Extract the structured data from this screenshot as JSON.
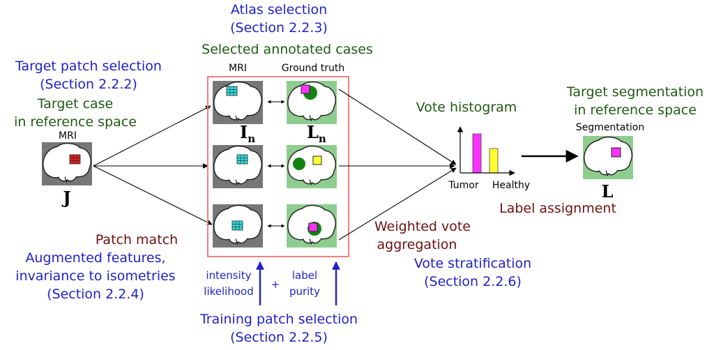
{
  "labels": {
    "atlas_selection_1": "Atlas selection",
    "atlas_selection_2": "(Section 2.2.3)",
    "selected_cases": "Selected annotated cases",
    "target_patch_1": "Target patch selection",
    "target_patch_2": "(Section 2.2.2)",
    "target_case_1": "Target case",
    "target_case_2": "in reference space",
    "mri_left": "MRI",
    "mri_col": "MRI",
    "ground_truth_col": "Ground truth",
    "J": "J",
    "In_main": "I",
    "In_sub": "n",
    "Ln_main": "L",
    "Ln_sub": "n",
    "vote_histogram": "Vote histogram",
    "tumor": "Tumor",
    "healthy": "Healthy",
    "target_seg_1": "Target segmentation",
    "target_seg_2": "in reference space",
    "segmentation": "Segmentation",
    "L": "L",
    "label_assignment": "Label assignment",
    "patch_match": "Patch match",
    "augmented_1": "Augmented features,",
    "augmented_2": "invariance to isometries",
    "augmented_3": "(Section 2.2.4)",
    "weighted_1": "Weighted vote",
    "weighted_2": "aggregation",
    "vote_strat_1": "Vote stratification",
    "vote_strat_2": "(Section 2.2.6)",
    "intensity_1": "intensity",
    "intensity_2": "likelihood",
    "plus": "+",
    "label_1": "label",
    "label_2": "purity",
    "training_1": "Training patch selection",
    "training_2": "(Section 2.2.5)"
  },
  "colors": {
    "blue_text": "#1f1fc8",
    "green_text": "#1e5c12",
    "red_text": "#6e1010",
    "mri_bg": "#777777",
    "gt_bg": "#8fcc8f",
    "frame": "#f08080",
    "tumor_bar": "#ff33ff",
    "healthy_bar": "#ffff33",
    "patch_cyan": "#33dddd",
    "patch_red": "#dd2222",
    "blob_green": "#128312"
  },
  "chart_data": {
    "type": "bar",
    "title": "Vote histogram",
    "categories": [
      "Tumor",
      "Healthy"
    ],
    "values": [
      0.8,
      0.5
    ]
  }
}
